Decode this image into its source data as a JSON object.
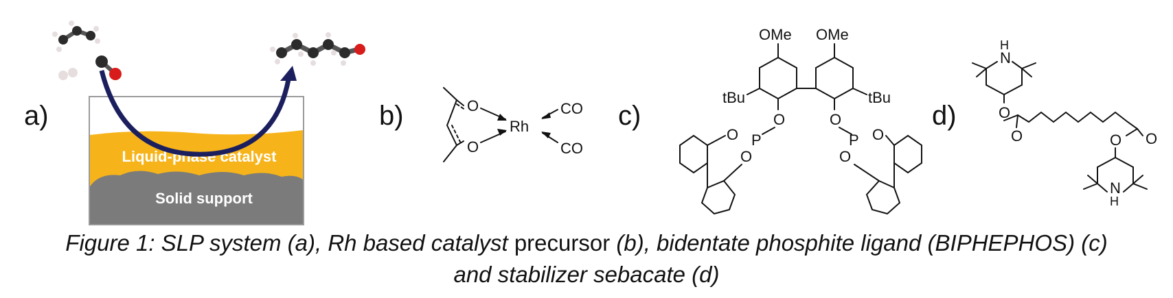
{
  "panels": {
    "a": {
      "letter": "a)",
      "layer_top": "Liquid-phase catalyst",
      "layer_bottom": "Solid support",
      "colors": {
        "liquid": "#f6b41a",
        "support": "#7b7b7b",
        "arrow": "#1c1f5e",
        "oxygen": "#d81b1b",
        "carbon": "#2b2b2b",
        "hydrogen": "#e6dede"
      }
    },
    "b": {
      "letter": "b)",
      "metal": "Rh",
      "ligand_1": "CO",
      "ligand_2": "CO",
      "o_1": "O",
      "o_2": "O"
    },
    "c": {
      "letter": "c)",
      "ome_left": "OMe",
      "ome_right": "OMe",
      "tbu_left": "tBu",
      "tbu_right": "tBu",
      "p": "P",
      "o": "O"
    },
    "d": {
      "letter": "d)",
      "nh_top": "N",
      "h_top": "H",
      "nh_bottom": "N",
      "h_bottom": "H",
      "o": "O"
    }
  },
  "caption": {
    "line1_italic_a": "Figure 1: SLP system (a), Rh based catalyst",
    "line1_plain": " precursor ",
    "line1_italic_b": "(b), bidentate phosphite ligand (BIPHEPHOS) (c)",
    "line2": "and stabilizer sebacate (d)"
  }
}
